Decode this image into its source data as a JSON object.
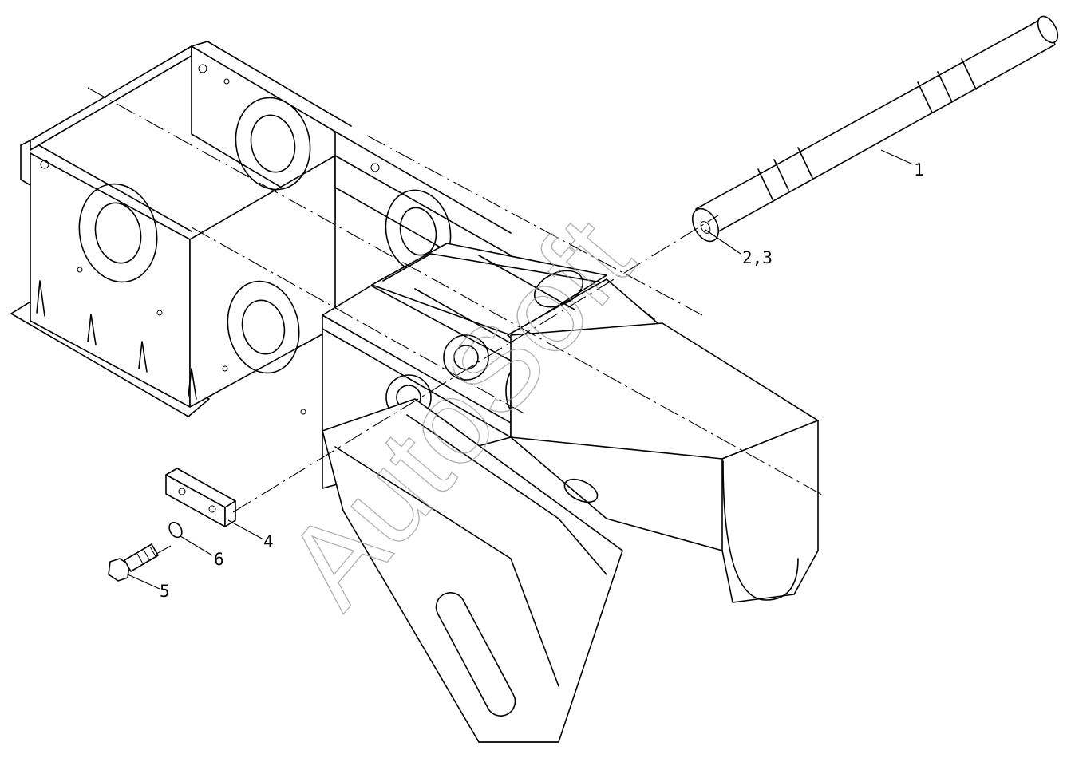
{
  "callouts": {
    "c1": "1",
    "c23": "2,3",
    "c4": "4",
    "c5": "5",
    "c6": "6"
  },
  "watermark": "AutoSoft",
  "colors": {
    "line": "#000000",
    "background": "#ffffff",
    "watermark": "#9a9a9a"
  }
}
